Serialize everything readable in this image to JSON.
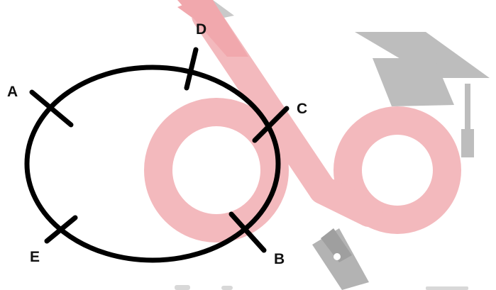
{
  "diagram": {
    "shape": "closed loop",
    "points": [
      {
        "id": "A",
        "label": "A"
      },
      {
        "id": "D",
        "label": "D"
      },
      {
        "id": "C",
        "label": "C"
      },
      {
        "id": "B",
        "label": "B"
      },
      {
        "id": "E",
        "label": "E"
      }
    ]
  },
  "colors": {
    "loop": "#000000",
    "label": "#111111",
    "watermark_logo": "#f3b9bd",
    "watermark_cap": "#bdbdbd",
    "watermark_pen": "#b3b3b3"
  },
  "watermark": {
    "icons": [
      "infinity-logo",
      "graduation-cap-icon",
      "fountain-pen-icon"
    ]
  }
}
